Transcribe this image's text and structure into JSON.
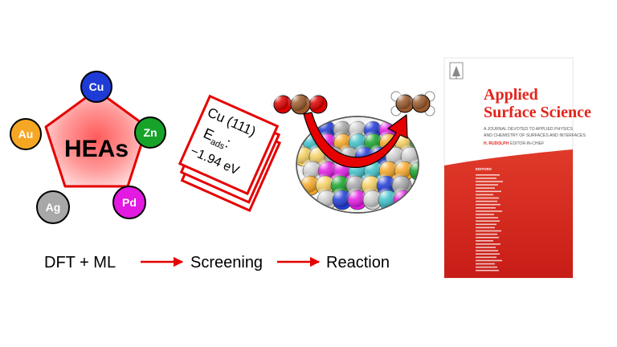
{
  "hea": {
    "center_label": "HEAs",
    "elements": [
      {
        "symbol": "Cu",
        "color": "#1f3bd6"
      },
      {
        "symbol": "Zn",
        "color": "#17a32a"
      },
      {
        "symbol": "Pd",
        "color": "#e21ae2"
      },
      {
        "symbol": "Ag",
        "color": "#a8a8a8"
      },
      {
        "symbol": "Au",
        "color": "#f5a623"
      }
    ],
    "pentagon_color": "#e60000"
  },
  "card": {
    "line1": "Cu (111)",
    "e_main": "E",
    "e_sub": "ads",
    "e_colon": ":",
    "value": "−1.94 eV",
    "border_color": "#e60000"
  },
  "workflow": {
    "steps": [
      "DFT + ML",
      "Screening",
      "Reaction"
    ],
    "arrow_color": "#e60000"
  },
  "cover": {
    "title_line1": "Applied",
    "title_line2": "Surface Science",
    "subtitle_line1": "A JOURNAL DEVOTED TO APPLIED PHYSICS",
    "subtitle_line2": "AND CHEMISTRY OF SURFACES AND INTERFACES",
    "editor_name": "H. RUDOLPH",
    "editor_role": "EDITOR-IN-CHIEF",
    "editors_heading": "EDITORS",
    "title_color": "#e2231a",
    "panel_color": "#d7231c"
  }
}
